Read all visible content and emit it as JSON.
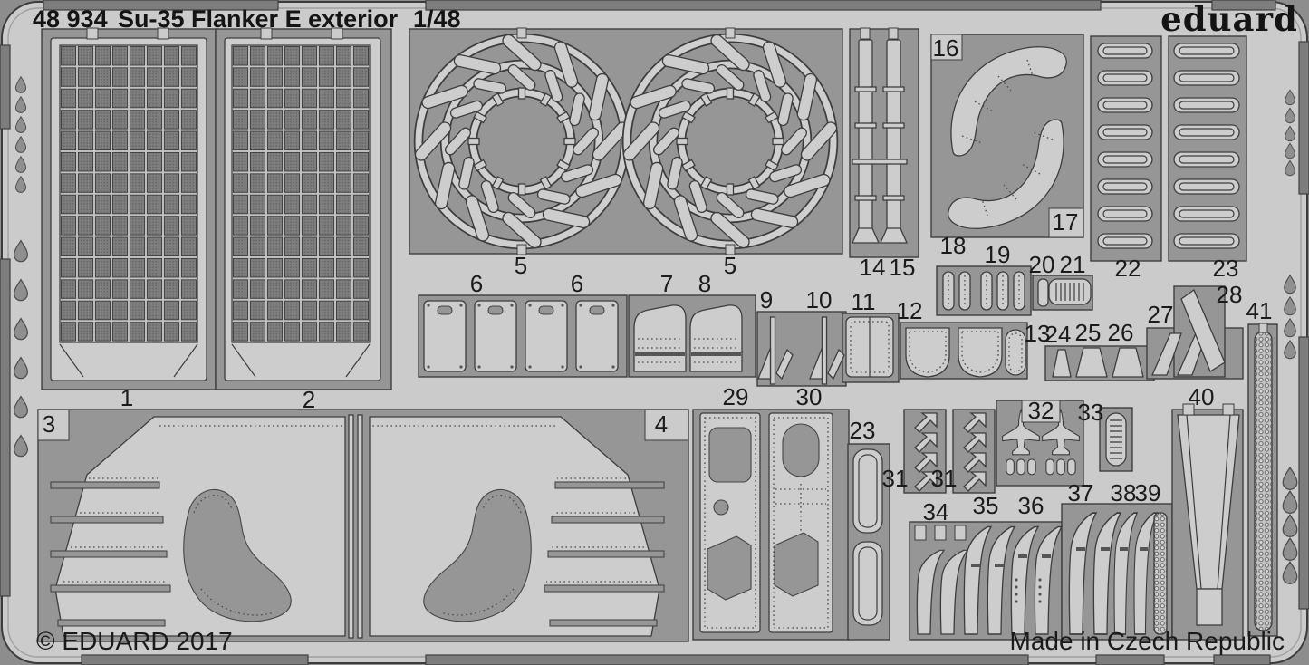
{
  "sheet": {
    "header": {
      "catalog": "48 934",
      "title": "Su-35 Flanker E exterior",
      "scale": "1/48"
    },
    "brand": {
      "logo": "eduard"
    },
    "footer": {
      "copyright": "© EDUARD 2017",
      "origin": "Made in Czech Republic"
    },
    "colors": {
      "background": "#8d8d8d",
      "metal": "#cbcbcb",
      "window": "#969696",
      "outline": "#3d3d3d",
      "text": "#1b1b1b"
    },
    "labels": {
      "p1": "1",
      "p2": "2",
      "p3": "3",
      "p4": "4",
      "p5a": "5",
      "p5b": "5",
      "p6a": "6",
      "p6b": "6",
      "p7": "7",
      "p8": "8",
      "p9": "9",
      "p10": "10",
      "p11": "11",
      "p12": "12",
      "p13": "13",
      "p14": "14",
      "p15": "15",
      "p16": "16",
      "p17": "17",
      "p18": "18",
      "p19": "19",
      "p20": "20",
      "p21": "21",
      "p22": "22",
      "p23a": "23",
      "p23b": "23",
      "p24": "24",
      "p25": "25",
      "p26": "26",
      "p27": "27",
      "p28": "28",
      "p29": "29",
      "p30": "30",
      "p31a": "31",
      "p31b": "31",
      "p32": "32",
      "p33": "33",
      "p34": "34",
      "p35": "35",
      "p36": "36",
      "p37": "37",
      "p38": "38",
      "p39": "39",
      "p40": "40",
      "p41": "41"
    }
  }
}
